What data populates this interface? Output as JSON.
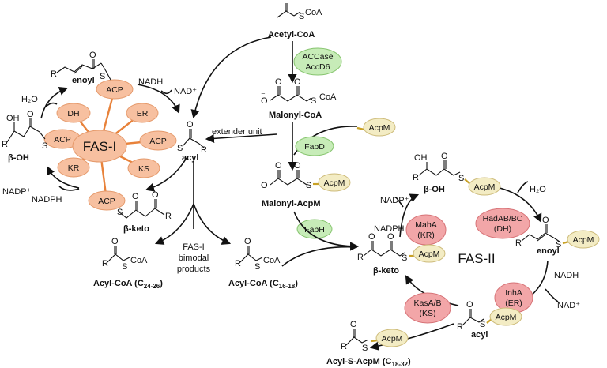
{
  "colors": {
    "fas1_domain_fill": "#f7c0a0",
    "fas1_domain_stroke": "#e59a6c",
    "fas1_spoke": "#e8823a",
    "acpm_fill": "#f3ecc4",
    "acpm_stroke": "#cdbb7a",
    "green_enzyme_fill": "#c7ecb8",
    "green_enzyme_stroke": "#86c46e",
    "red_enzyme_fill": "#f2a6a8",
    "red_enzyme_stroke": "#d77377"
  },
  "fas1": {
    "center": "FAS-I",
    "domains": {
      "dh": "DH",
      "er": "ER",
      "kr": "KR",
      "ks": "KS",
      "acp": "ACP"
    },
    "labels": {
      "enoyl": "enoyl",
      "beta_oh": "β-OH",
      "beta_keto": "β-keto",
      "acyl": "acyl",
      "nadh": "NADH",
      "nad_plus": "NAD⁺",
      "h2o": "H₂O",
      "nadp_plus": "NADP⁺",
      "nadph": "NADPH",
      "extender": "extender unit",
      "bimodal": [
        "FAS-I",
        "bimodal",
        "products"
      ]
    },
    "products": {
      "acyl_coa_long": [
        "Acyl-CoA (C",
        "24-26",
        ")"
      ],
      "acyl_coa_short": [
        "Acyl-CoA (C",
        "16-18",
        ")"
      ]
    }
  },
  "top": {
    "acetyl_coa": "Acetyl-CoA",
    "malonyl_coa": "Malonyl-CoA",
    "malonyl_acpm": "Malonyl-AcpM",
    "accase": "ACCase",
    "accd6": "AccD6",
    "fabd": "FabD",
    "fabh": "FabH",
    "acpm": "AcpM"
  },
  "fas2": {
    "center": "FAS-II",
    "enzymes": {
      "maba": [
        "MabA",
        "(KR)"
      ],
      "hadab": [
        "HadAB/BC",
        "(DH)"
      ],
      "inha": [
        "InhA",
        "(ER)"
      ],
      "kasa": [
        "KasA/B",
        "(KS)"
      ]
    },
    "labels": {
      "beta_oh": "β-OH",
      "beta_keto": "β-keto",
      "enoyl": "enoyl",
      "acyl": "acyl",
      "nadp_plus": "NADP⁺",
      "nadph": "NADPH",
      "h2o": "H₂O",
      "nadh": "NADH",
      "nad_plus": "NAD⁺",
      "acpm": "AcpM"
    },
    "product": [
      "Acyl-S-AcpM (C",
      "18-32",
      ")"
    ]
  },
  "atoms": {
    "s": "S",
    "r": "R",
    "o": "O",
    "oh": "OH",
    "coa": "CoA",
    "o_minus": "⁻"
  }
}
